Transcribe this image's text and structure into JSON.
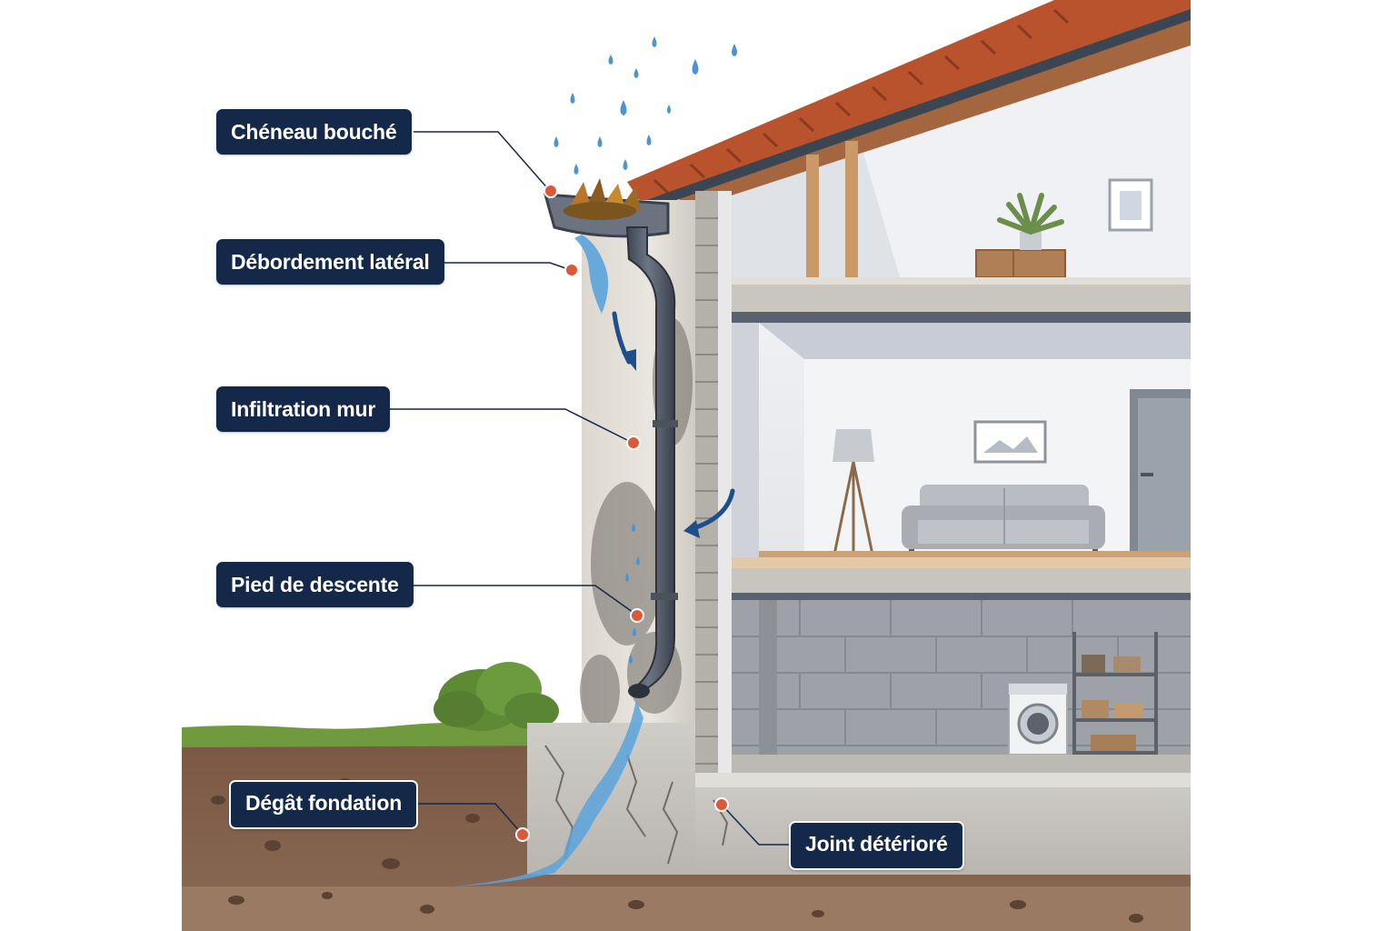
{
  "callouts": {
    "cheneau": "Chéneau bouché",
    "debordement": "Débordement latéral",
    "infiltration": "Infiltration mur",
    "pied": "Pied de descente",
    "fondation": "Dégât fondation",
    "joint": "Joint détérioré"
  },
  "colors": {
    "label_bg": "#14294a",
    "marker": "#d9593a",
    "water": "#3d86c8",
    "roof_tile": "#b8532e",
    "soil": "#7a5a45",
    "grass": "#6f9a3e"
  },
  "icons": [
    "rain-drop-icon",
    "leaves-icon",
    "arrow-icon",
    "plant-icon",
    "picture-frame-icon",
    "lamp-icon",
    "sofa-icon",
    "washing-machine-icon",
    "door-icon"
  ]
}
